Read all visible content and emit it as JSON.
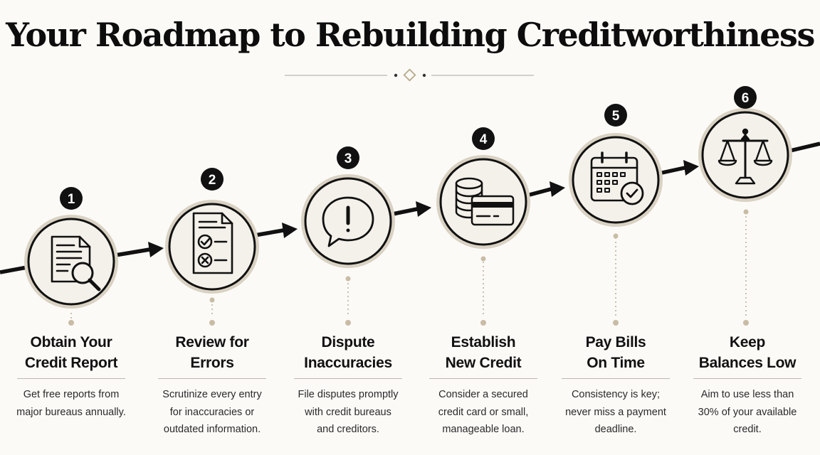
{
  "title": "Your Roadmap to Rebuilding Creditworthiness",
  "steps": [
    {
      "number": "1",
      "title_line1": "Obtain Your",
      "title_line2": "Credit Report",
      "desc_line1": "Get free reports from",
      "desc_line2": "major bureaus annually.",
      "desc_line3": "",
      "icon": "document-magnifier-icon"
    },
    {
      "number": "2",
      "title_line1": "Review for",
      "title_line2": "Errors",
      "desc_line1": "Scrutinize every entry",
      "desc_line2": "for inaccuracies or",
      "desc_line3": "outdated information.",
      "icon": "checklist-icon"
    },
    {
      "number": "3",
      "title_line1": "Dispute",
      "title_line2": "Inaccuracies",
      "desc_line1": "File disputes promptly",
      "desc_line2": "with credit bureaus",
      "desc_line3": "and creditors.",
      "icon": "speech-bubble-exclamation-icon"
    },
    {
      "number": "4",
      "title_line1": "Establish",
      "title_line2": "New Credit",
      "desc_line1": "Consider a secured",
      "desc_line2": "credit card or small,",
      "desc_line3": "manageable loan.",
      "icon": "coins-credit-card-icon"
    },
    {
      "number": "5",
      "title_line1": "Pay Bills",
      "title_line2": "On Time",
      "desc_line1": "Consistency is key;",
      "desc_line2": "never miss a payment",
      "desc_line3": "deadline.",
      "icon": "calendar-check-icon"
    },
    {
      "number": "6",
      "title_line1": "Keep",
      "title_line2": "Balances Low",
      "desc_line1": "Aim to use less than",
      "desc_line2": "30% of your available",
      "desc_line3": "credit.",
      "icon": "balance-scale-icon"
    }
  ],
  "colors": {
    "background": "#fbfaf7",
    "ink": "#111111",
    "circle_fill": "#f4f1ea",
    "circle_ring": "#d9d2c3",
    "accent_tan": "#c9bca5",
    "rule": "#bdb8ae"
  }
}
